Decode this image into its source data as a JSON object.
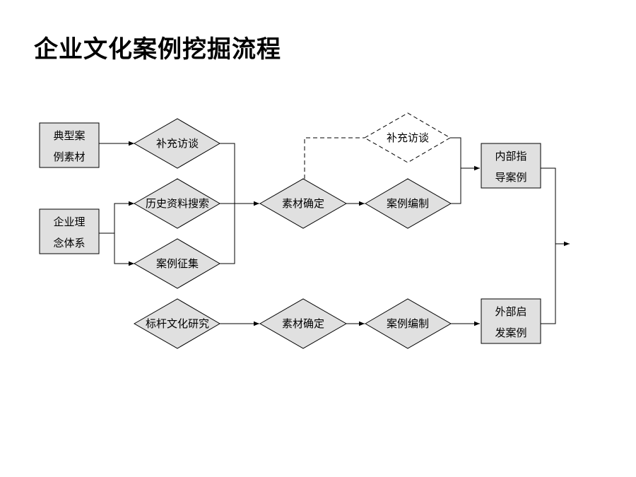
{
  "title": "企业文化案例挖掘流程",
  "colors": {
    "node_fill": "#e0e0e0",
    "dashed_fill": "#ffffff",
    "stroke": "#000000"
  },
  "nodes": {
    "typical_material": [
      "典型案",
      "例素材"
    ],
    "corporate_philosophy": [
      "企业理",
      "念体系"
    ],
    "interview_1": "补充访谈",
    "history_search": "历史资料搜索",
    "case_collection": "案例征集",
    "material_confirm_1": "素材确定",
    "supplement_interview_2": "补充访谈",
    "case_compile_1": "案例编制",
    "internal_guide": [
      "内部指",
      "导案例"
    ],
    "benchmark_research": "标杆文化研究",
    "material_confirm_2": "素材确定",
    "case_compile_2": "案例编制",
    "external_inspire": [
      "外部启",
      "发案例"
    ]
  }
}
